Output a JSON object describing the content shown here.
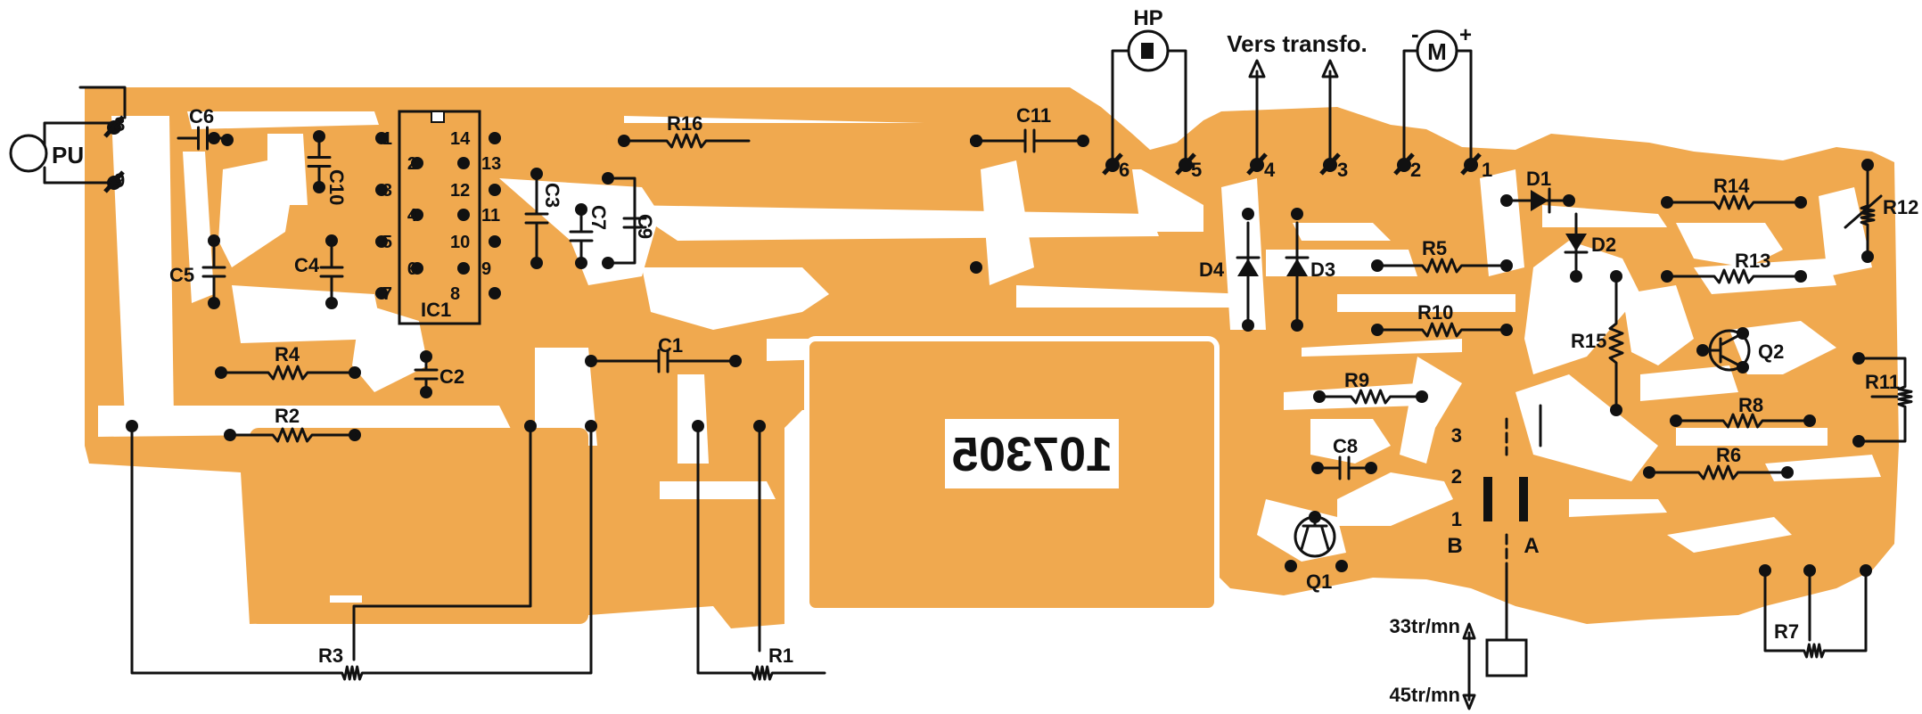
{
  "labels": {
    "pu": "PU",
    "hp": "HP",
    "vers": "Vers transfo.",
    "minus": "-",
    "plus": "+",
    "motor": "M",
    "stamp": "107305",
    "speed_33": "33tr/mn",
    "speed_45": "45tr/mn",
    "sw_a": "A",
    "sw_b": "B"
  },
  "components": {
    "C6": "C6",
    "C10": "C10",
    "C5": "C5",
    "C4": "C4",
    "C3": "C3",
    "C7": "C7",
    "C9": "C9",
    "C2": "C2",
    "C1": "C1",
    "C11": "C11",
    "C8": "C8",
    "R16": "R16",
    "R4": "R4",
    "R2": "R2",
    "R3": "R3",
    "R1": "R1",
    "R5": "R5",
    "R10": "R10",
    "R9": "R9",
    "R14": "R14",
    "R13": "R13",
    "R12": "R12",
    "R15": "R15",
    "R11": "R11",
    "R8": "R8",
    "R6": "R6",
    "R7": "R7",
    "D1": "D1",
    "D2": "D2",
    "D3": "D3",
    "D4": "D4",
    "Q1": "Q1",
    "Q2": "Q2",
    "IC1": "IC1"
  },
  "ic_pins_left": [
    "1",
    "2",
    "3",
    "4",
    "5",
    "6",
    "7"
  ],
  "ic_pins_right": [
    "14",
    "13",
    "12",
    "11",
    "10",
    "9",
    "8"
  ],
  "connector_pins": [
    "8",
    "9",
    "6",
    "5",
    "4",
    "3",
    "2",
    "1"
  ],
  "switch_pins": [
    "3",
    "2",
    "1"
  ]
}
